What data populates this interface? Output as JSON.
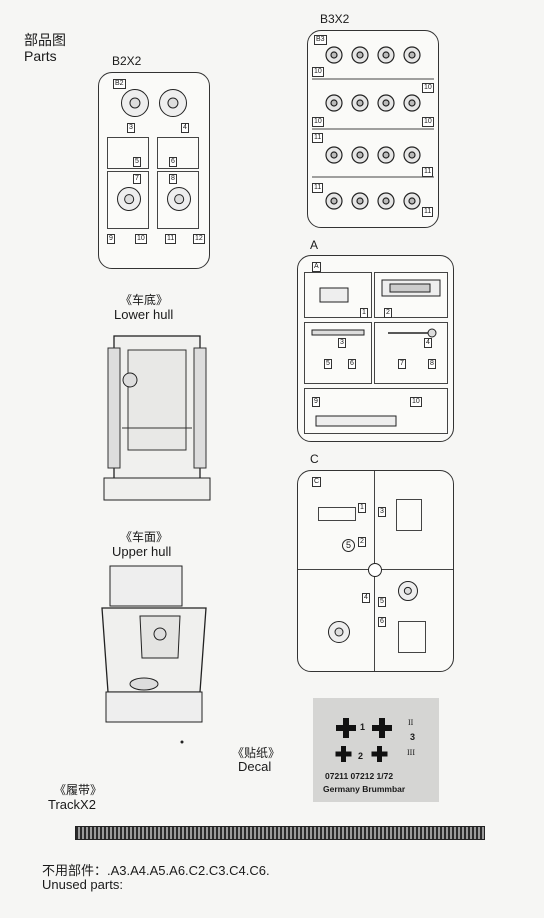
{
  "header": {
    "title_cn": "部品图",
    "title_en": "Parts"
  },
  "sprue_b2": {
    "label": "B2X2",
    "tag": "B2",
    "parts": [
      "3",
      "4",
      "5",
      "6",
      "7",
      "8",
      "9",
      "10",
      "11",
      "12"
    ]
  },
  "sprue_b3": {
    "label": "B3X2",
    "tag": "B3",
    "parts": [
      "10",
      "10",
      "10",
      "10",
      "11",
      "11",
      "11",
      "11"
    ]
  },
  "sprue_a": {
    "label": "A",
    "tag": "A",
    "parts": [
      "1",
      "2",
      "3",
      "4",
      "5",
      "6",
      "7",
      "8",
      "9",
      "10"
    ]
  },
  "sprue_c": {
    "label": "C",
    "tag": "C",
    "parts": [
      "1",
      "2",
      "3",
      "4",
      "5",
      "6"
    ],
    "circled": "5"
  },
  "lower_hull": {
    "cn": "《车底》",
    "en": "Lower hull"
  },
  "upper_hull": {
    "cn": "《车面》",
    "en": "Upper hull"
  },
  "decal": {
    "cn": "《贴纸》",
    "en": "Decal",
    "code": "07211 07212 1/72",
    "name": "Germany Brummbar",
    "n1": "1",
    "n2": "2",
    "n3": "3",
    "roman1": "II",
    "roman2": "III"
  },
  "track": {
    "cn": "《履带》",
    "en": "TrackX2"
  },
  "unused": {
    "cn": "不用部件：.A3.A4.A5.A6.C2.C3.C4.C6.",
    "en": "Unused parts:"
  }
}
